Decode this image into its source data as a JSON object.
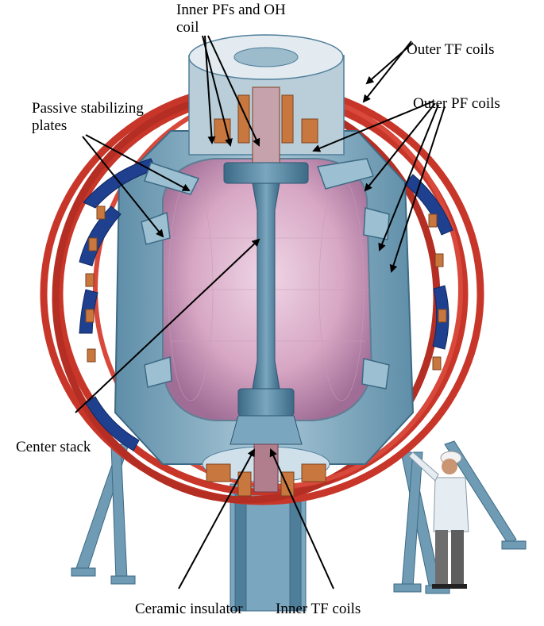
{
  "labels": {
    "inner_pf": {
      "line1": "Inner PFs and OH",
      "line2": "coil"
    },
    "outer_tf": "Outer TF coils",
    "passive": {
      "line1": "Passive stabilizing",
      "line2": "plates"
    },
    "outer_pf": "Outer PF coils",
    "center_stack": "Center stack",
    "ceramic": "Ceramic insulator",
    "inner_tf": "Inner TF coils"
  },
  "colors": {
    "tf_coil_red": "#c8362a",
    "pf_coil_blue": "#1f3f8f",
    "vessel_steel": "#8fb3c6",
    "plasma_pink": "#d7a7c4",
    "center_stack": "#4f7e9a",
    "copper": "#c8773e",
    "annotation": "#000000"
  }
}
